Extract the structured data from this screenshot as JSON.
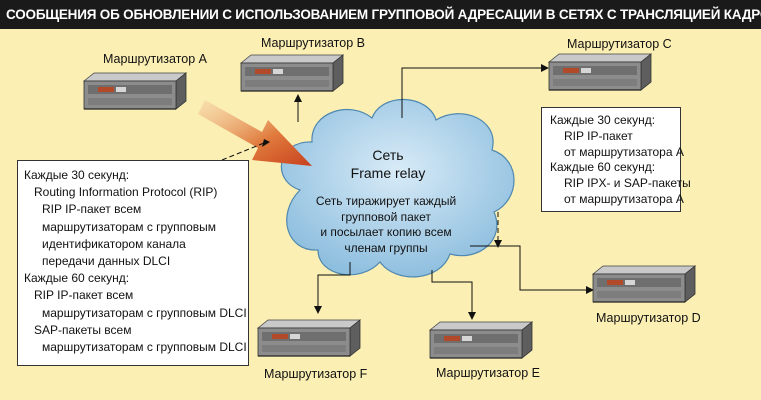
{
  "title": "СООБЩЕНИЯ ОБ ОБНОВЛЕНИИ С ИСПОЛЬЗОВАНИЕМ ГРУППОВОЙ АДРЕСАЦИИ В СЕТЯХ С ТРАНСЛЯЦИЕЙ КАДРОВ",
  "routers": {
    "a": "Маршрутизатор A",
    "b": "Маршрутизатор B",
    "c": "Маршрутизатор C",
    "d": "Маршрутизатор D",
    "e": "Маршрутизатор E",
    "f": "Маршрутизатор F"
  },
  "cloud": {
    "title_1": "Сеть",
    "title_2": "Frame relay",
    "body": [
      "Сеть тиражирует каждый",
      "групповой пакет",
      "и посылает копию всем",
      "членам группы"
    ]
  },
  "left_box": {
    "lines": [
      "Каждые 30 секунд:",
      "Routing Information Protocol (RIP)",
      "RIP IP-пакет всем",
      "маршрутизаторам с групповым",
      "идентификатором канала",
      "передачи данных DLCI",
      "Каждые 60 секунд:",
      "RIP IP-пакет всем",
      "маршрутизаторам с групповым DLCI",
      "SAP-пакеты всем",
      "маршрутизаторам с групповым DLCI"
    ]
  },
  "right_box": {
    "lines": [
      "Каждые 30 секунд:",
      "RIP IP-пакет",
      "от маршрутизатора A",
      "Каждые 60 секунд:",
      "RIP IPX- и SAP-пакеты",
      "от маршрутизатора A"
    ]
  },
  "colors": {
    "background": "#fbefb4",
    "title_bar": "#1a1a1a",
    "cloud": "#a9cde6",
    "arrow": "#d4532a",
    "router_body": "#8c8c8c"
  }
}
